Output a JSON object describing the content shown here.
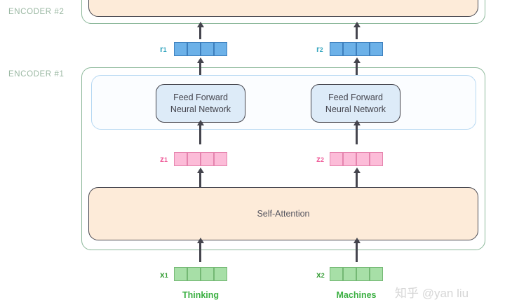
{
  "diagram": {
    "encoders": [
      {
        "id": "encoder-2",
        "label": "ENCODER #2"
      },
      {
        "id": "encoder-1",
        "label": "ENCODER #1"
      }
    ],
    "blocks": {
      "self_attention_label": "Self-Attention",
      "feed_forward_line1": "Feed Forward",
      "feed_forward_line2": "Neural Network"
    },
    "columns": [
      {
        "id": "column-1",
        "word": "Thinking",
        "r_label": "r",
        "r_sub": "1",
        "z_label": "z",
        "z_sub": "1",
        "x_label": "x",
        "x_sub": "1",
        "cells": 4
      },
      {
        "id": "column-2",
        "word": "Machines",
        "r_label": "r",
        "r_sub": "2",
        "z_label": "z",
        "z_sub": "2",
        "x_label": "x",
        "x_sub": "2",
        "cells": 4
      }
    ],
    "colors": {
      "encoder_border": "#8cb89a",
      "encoder_label": "#9bb8a3",
      "attention_fill": "#fdebd9",
      "attention_border": "#4a4a52",
      "ffn_fill": "#ddebf8",
      "ffn_band_border": "#b6d8f2",
      "r_vector": "#6cb1e8",
      "z_vector": "#fcbcd8",
      "x_vector": "#a7dfa7",
      "r_label": "#3aa8c1",
      "z_label": "#ef5f9b",
      "x_label": "#3ca03c",
      "word_label": "#3cb043",
      "arrow": "#45454e"
    }
  },
  "watermark": {
    "text": "知乎 @yan liu"
  }
}
